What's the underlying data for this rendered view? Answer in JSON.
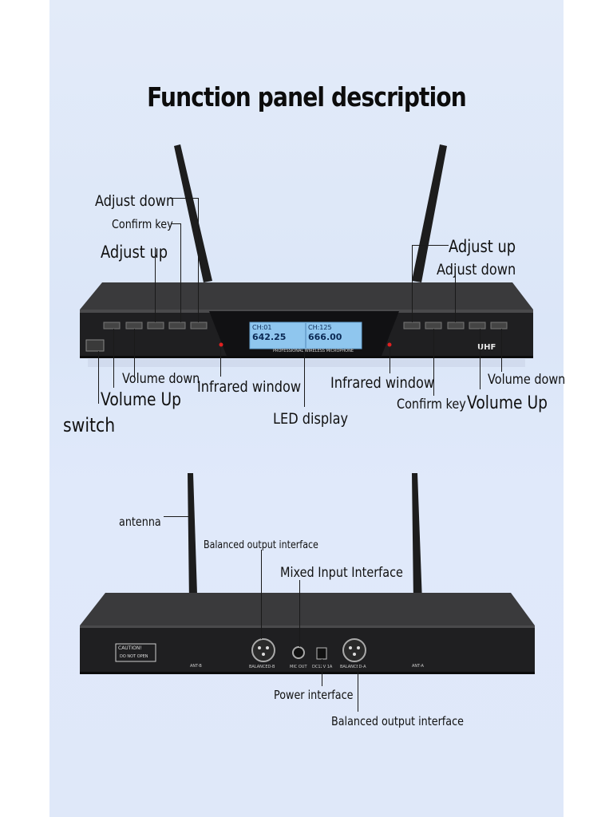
{
  "title": "Function panel description",
  "front_panel": {
    "left": {
      "adjust_down": "Adjust down",
      "confirm_key": "Confirm key",
      "adjust_up": "Adjust up",
      "volume_down": "Volume down",
      "volume_up": "Volume Up",
      "switch": "switch",
      "infrared_window": "Infrared window"
    },
    "center": {
      "led_display": "LED display",
      "lcd_left_channel": "CH:01",
      "lcd_left_freq": "642.25",
      "lcd_right_channel": "CH:125",
      "lcd_right_freq": "666.00",
      "model_text": "PROFESSIONAL WIRELESS MICROPHONE"
    },
    "right": {
      "adjust_up": "Adjust up",
      "adjust_down": "Adjust down",
      "infrared_window": "Infrared window",
      "confirm_key": "Confirm key",
      "volume_down": "Volume down",
      "volume_up": "Volume Up",
      "badge": "UHF"
    }
  },
  "rear_panel": {
    "antenna": "antenna",
    "balanced_output_top": "Balanced output interface",
    "mixed_input": "Mixed Input Interface",
    "power_interface": "Power interface",
    "balanced_output_bottom": "Balanced output interface",
    "caution": "CAUTION!",
    "do_not_open": "DO NOT OPEN",
    "ant_b": "ANT-B",
    "balanced_b": "BALANCED-B",
    "mic_out": "MIC OUT",
    "dc": "DC12V 1A",
    "balanced_a": "BALANCED-A",
    "ant_a": "ANT-A"
  }
}
